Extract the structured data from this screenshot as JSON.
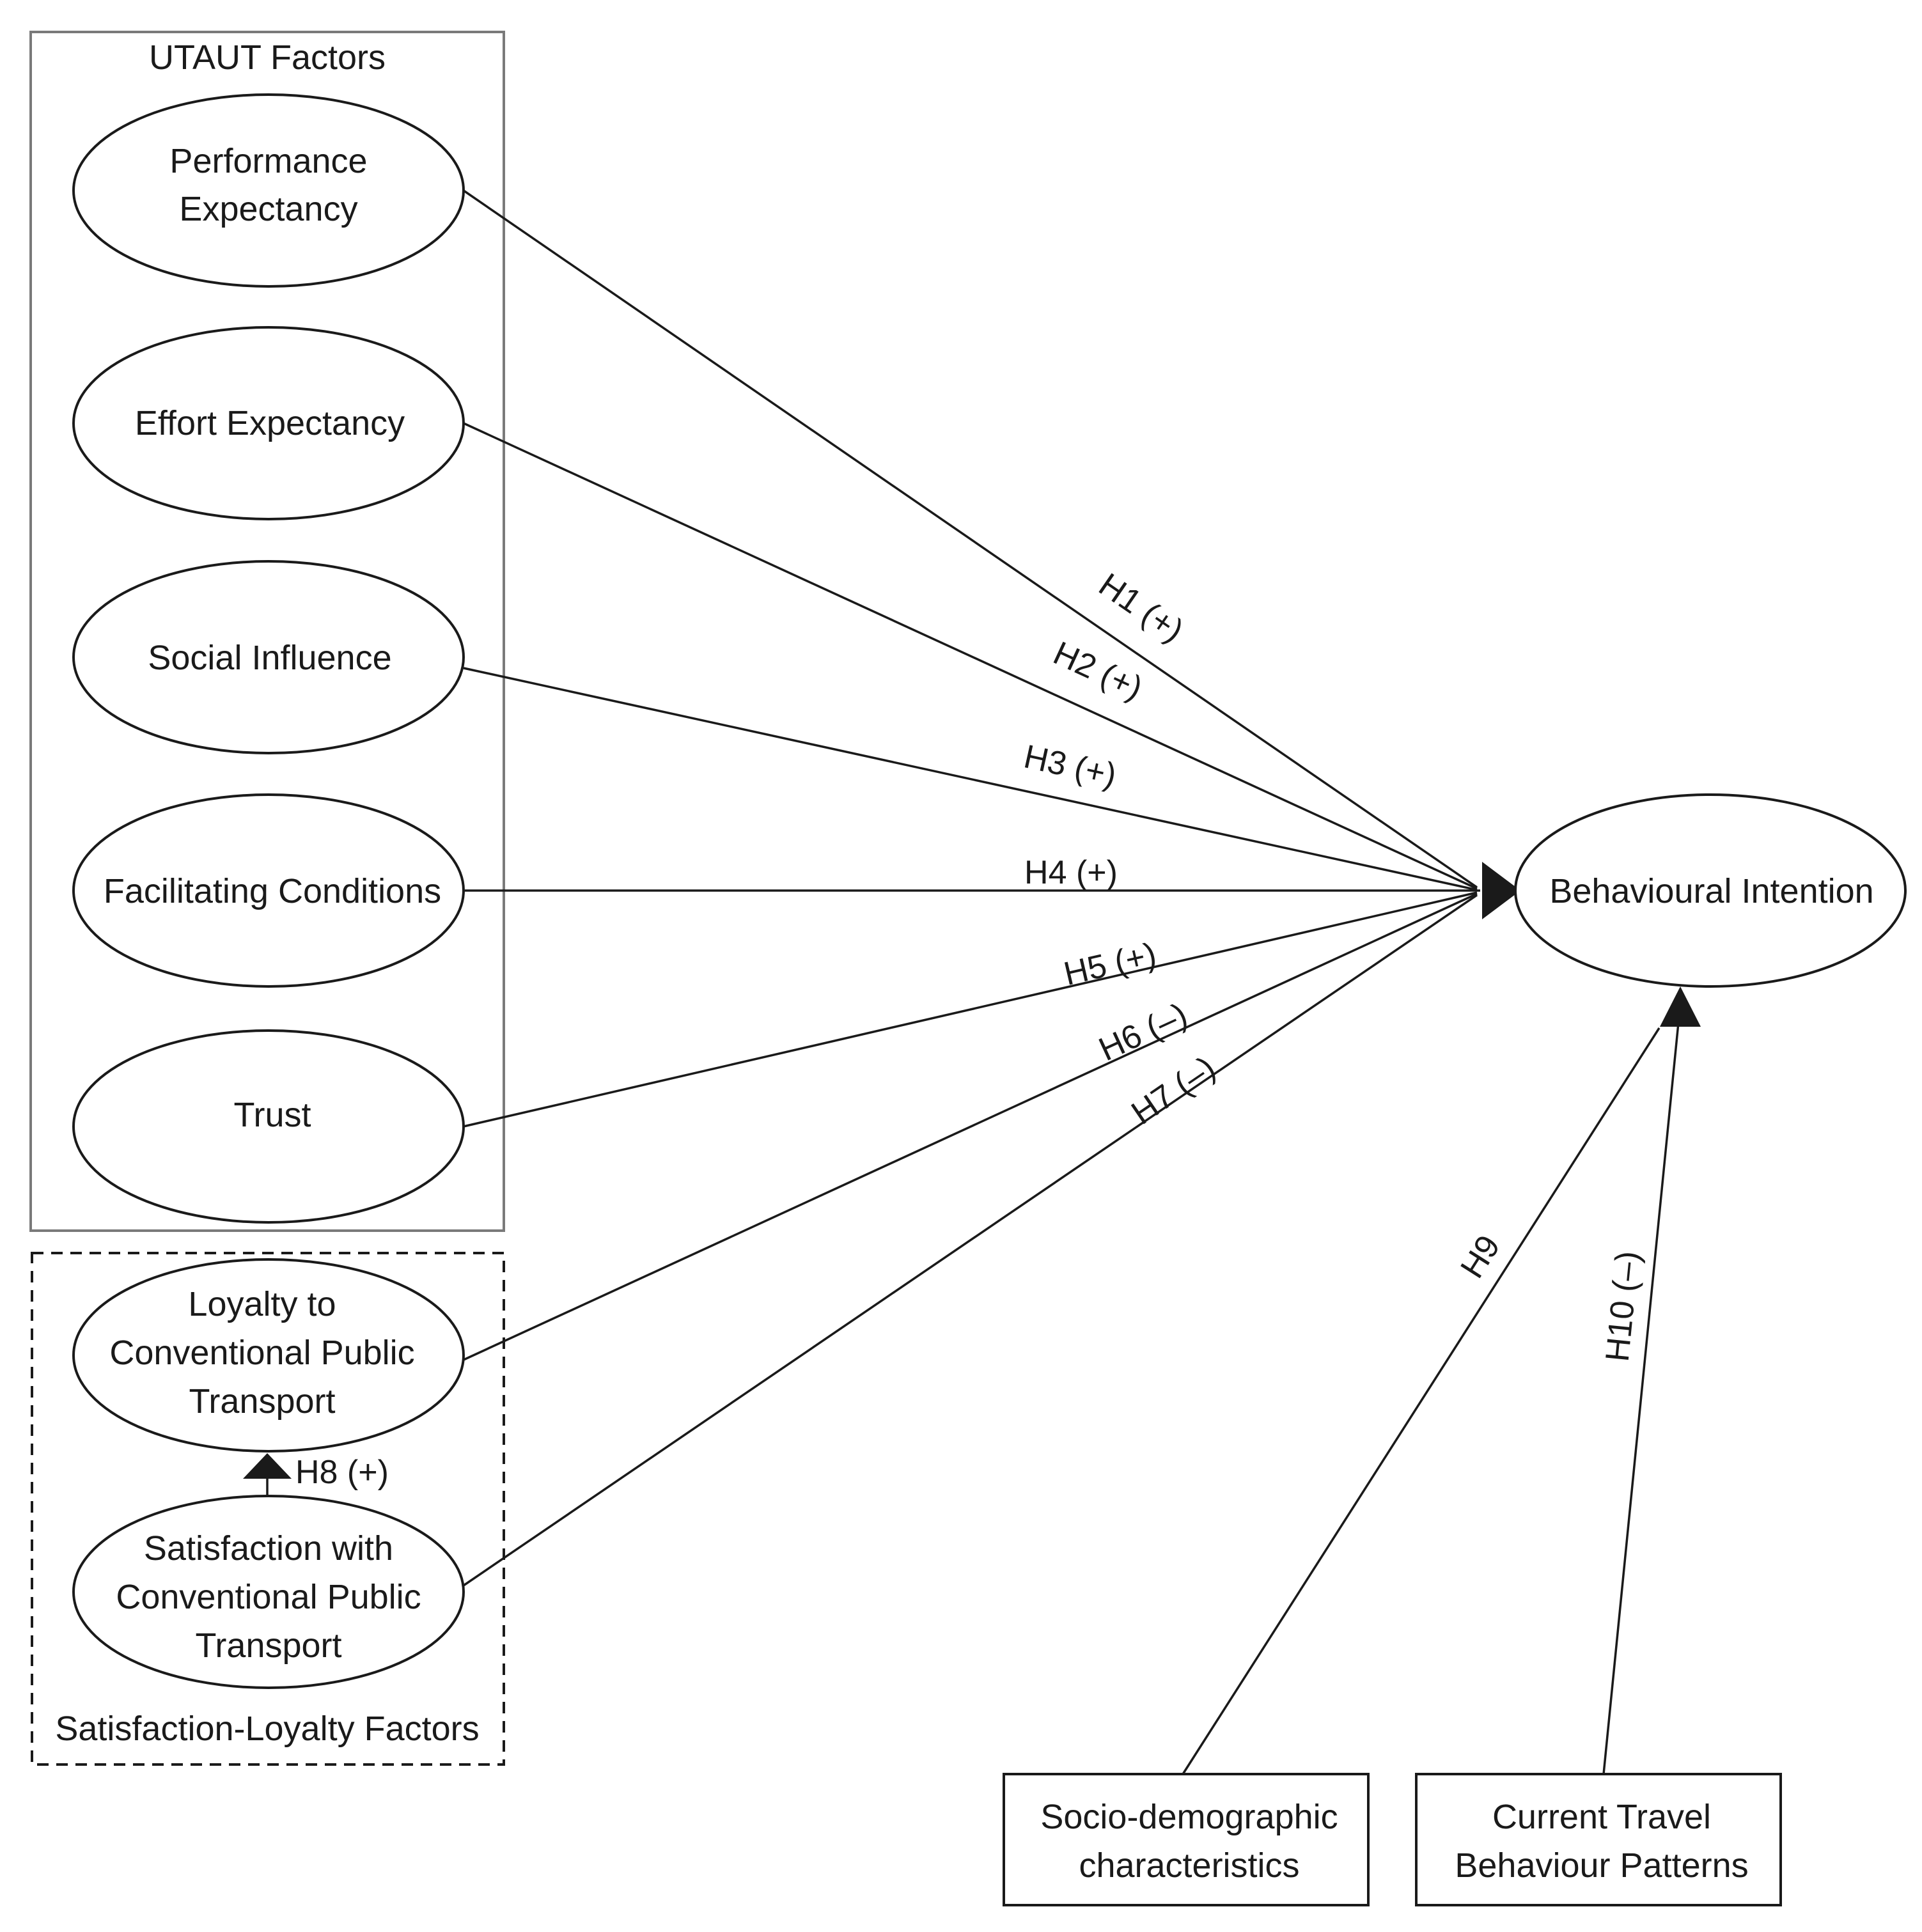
{
  "groups": {
    "utaut": {
      "title": "UTAUT Factors"
    },
    "satisfaction_loyalty": {
      "title": "Satisfaction-Loyalty Factors"
    }
  },
  "nodes": {
    "performance_expectancy": [
      "Performance",
      "Expectancy"
    ],
    "effort_expectancy": [
      "Effort Expectancy"
    ],
    "social_influence": [
      "Social Influence"
    ],
    "facilitating_conditions": [
      "Facilitating Conditions"
    ],
    "trust": [
      "Trust"
    ],
    "loyalty": [
      "Loyalty to",
      "Conventional Public",
      "Transport"
    ],
    "satisfaction": [
      "Satisfaction with",
      "Conventional Public",
      "Transport"
    ],
    "behavioural_intention": [
      "Behavioural Intention"
    ],
    "socio_demographic": [
      "Socio-demographic",
      "characteristics"
    ],
    "current_travel": [
      "Current Travel",
      "Behaviour Patterns"
    ]
  },
  "edges": {
    "h1": "H1 (+)",
    "h2": "H2 (+)",
    "h3": "H3 (+)",
    "h4": "H4 (+)",
    "h5": "H5 (+)",
    "h6": "H6 (–)",
    "h7": "H7 (–)",
    "h8": "H8 (+)",
    "h9": "H9",
    "h10": "H10 (–)"
  }
}
